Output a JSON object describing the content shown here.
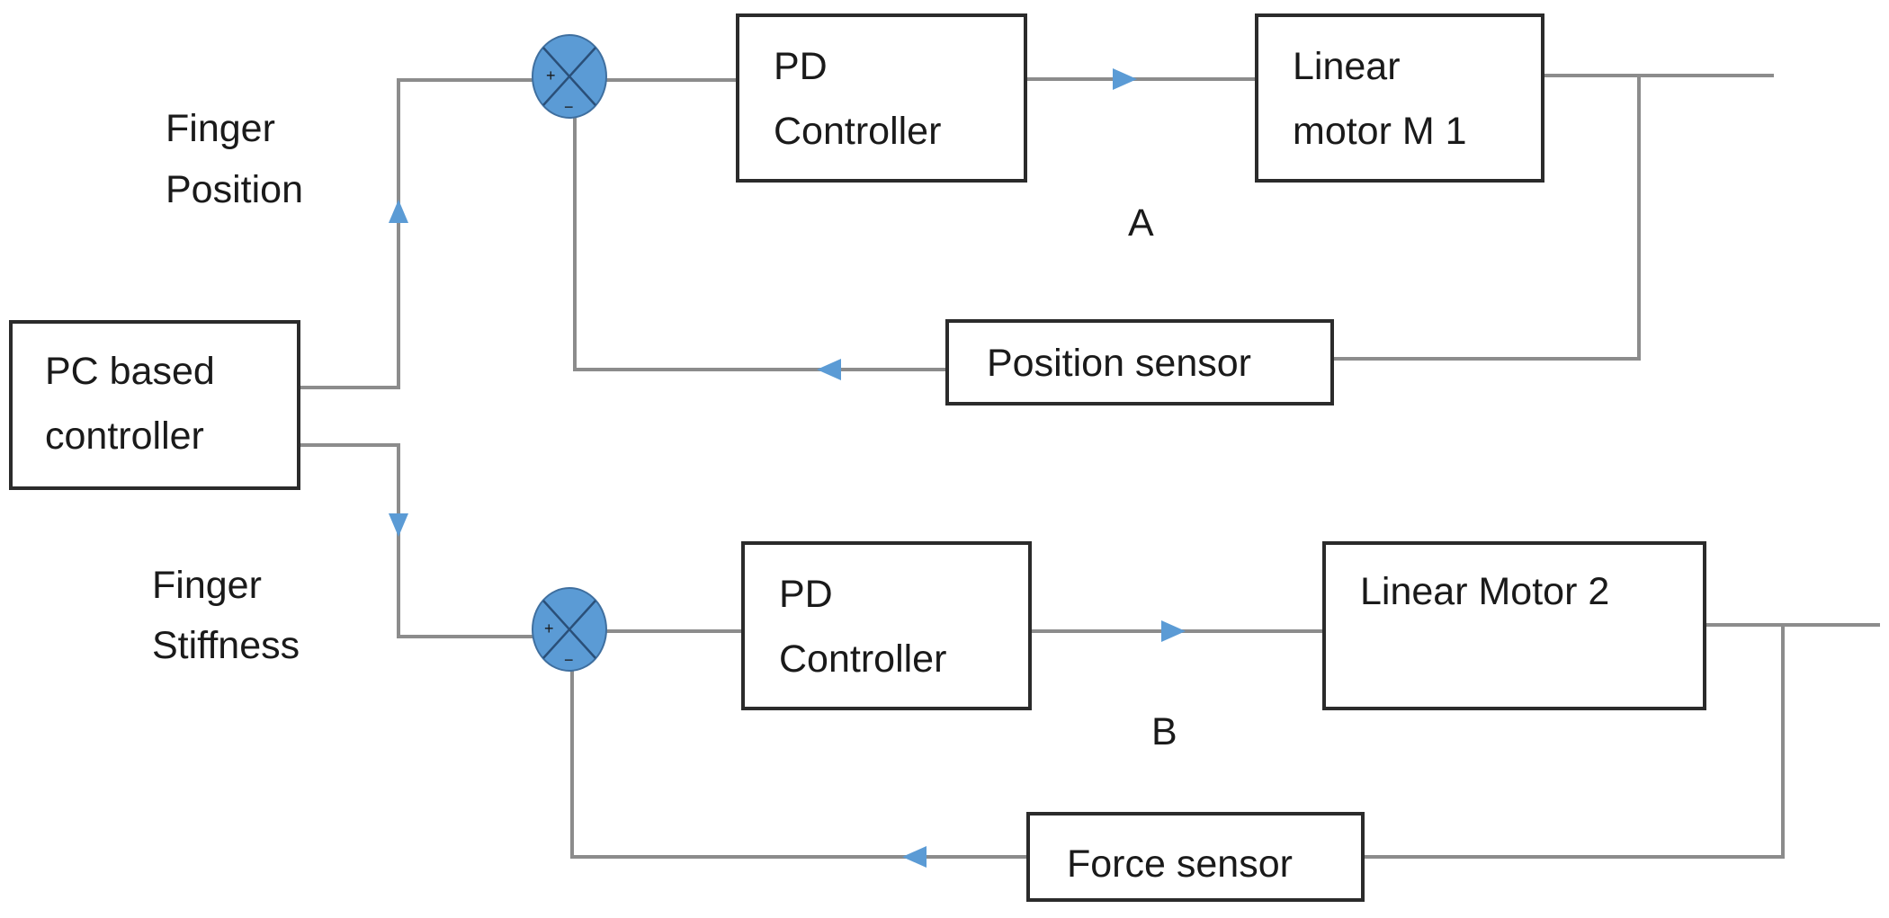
{
  "diagram": {
    "colors": {
      "box_border": "#2b2b2b",
      "wire": "#8c8c8c",
      "arrow": "#5b9bd5",
      "summing_junction": "#5b9bd5",
      "text": "#1a1a1a"
    },
    "source_block": {
      "line1": "PC based",
      "line2": "controller"
    },
    "branch_labels": {
      "position": {
        "line1": "Finger",
        "line2": "Position"
      },
      "stiffness": {
        "line1": "Finger",
        "line2": "Stiffness"
      }
    },
    "loop_a": {
      "label": "A",
      "summing_junction": {
        "plus": "+",
        "minus": "−"
      },
      "controller": {
        "line1": "PD",
        "line2": "Controller"
      },
      "actuator": {
        "line1": "Linear",
        "line2": "motor M 1"
      },
      "sensor": "Position sensor"
    },
    "loop_b": {
      "label": "B",
      "summing_junction": {
        "plus": "+",
        "minus": "−"
      },
      "controller": {
        "line1": "PD",
        "line2": "Controller"
      },
      "actuator": "Linear Motor 2",
      "sensor": "Force sensor"
    }
  }
}
